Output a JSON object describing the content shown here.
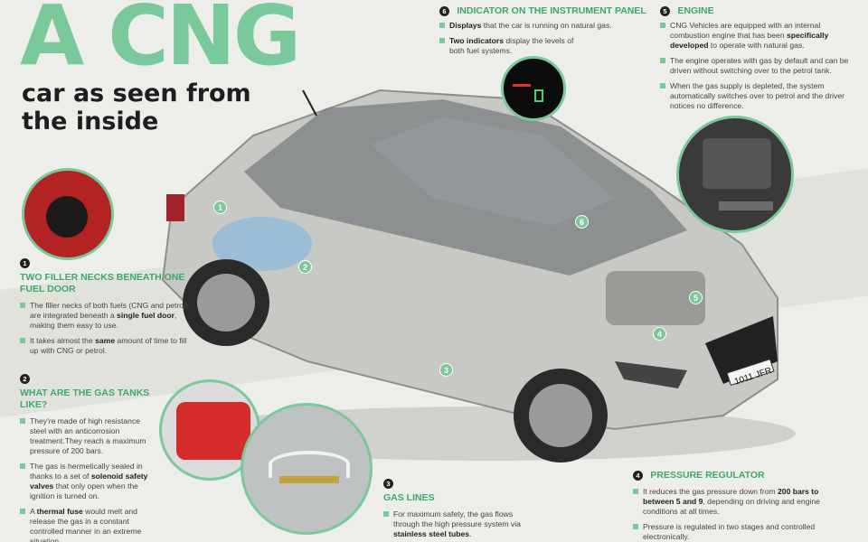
{
  "headline": "A CNG",
  "subheadline": "car as seen from the inside",
  "colors": {
    "accent": "#79c99a",
    "accent_dark": "#3ea86b",
    "car_body": "#c9c9c6"
  },
  "sections": {
    "filler": {
      "number": "1",
      "title": "TWO FILLER NECKS BENEATH ONE FUEL DOOR",
      "b1_pre": "The filler necks of both fuels (CNG and petrol) are integrated beneath a ",
      "b1_bold": "single fuel door",
      "b1_post": ", making them easy to use.",
      "b2_pre": "It takes almost the ",
      "b2_bold": "same",
      "b2_post": " amount of time to fill up with CNG or petrol."
    },
    "tanks": {
      "number": "2",
      "title": "WHAT ARE THE GAS TANKS LIKE?",
      "b1": "They're made of high resistance steel with an anticorrosion treatment.They reach a maximum pressure of 200 bars.",
      "b2_pre": "The gas is hermetically sealed in thanks to a set of ",
      "b2_bold": "solenoid safety valves",
      "b2_post": " that only open when the ignition is turned on.",
      "b3_pre": "A ",
      "b3_bold": "thermal fuse",
      "b3_post": " would melt and release the gas in a constant controlled manner in an extreme situation."
    },
    "gaslines": {
      "number": "3",
      "title": "GAS LINES",
      "b1_pre": "For maximum safety, the gas flows through the high pressure system via ",
      "b1_bold": "stainless steel tubes",
      "b1_post": "."
    },
    "regulator": {
      "number": "4",
      "title": "PRESSURE REGULATOR",
      "b1_pre": "It reduces the gas pressure down from ",
      "b1_bold": "200 bars to between 5 and 9",
      "b1_post": ", depending on driving and engine conditions at all times.",
      "b2": "Pressure is regulated in two stages and controlled electronically."
    },
    "engine": {
      "number": "5",
      "title": "ENGINE",
      "b1_pre": "CNG Vehicles are equipped with an internal combustion engine that has been ",
      "b1_bold": "specifically developed",
      "b1_post": " to operate with natural gas.",
      "b2": "The engine operates with gas by default and can be driven without switching over to the petrol tank.",
      "b3": "When the gas supply is depleted, the system automatically switches over to petrol and the driver notices no difference."
    },
    "indicator": {
      "number": "6",
      "title": "INDICATOR ON THE INSTRUMENT PANEL",
      "b1_bold": "Displays",
      "b1_post": " that the car is running on natural gas.",
      "b2_bold": "Two indicators",
      "b2_post": " display the levels of both fuel systems."
    }
  },
  "car": {
    "plate": "1011 JFR",
    "markers": [
      "1",
      "2",
      "3",
      "4",
      "5",
      "6"
    ]
  }
}
